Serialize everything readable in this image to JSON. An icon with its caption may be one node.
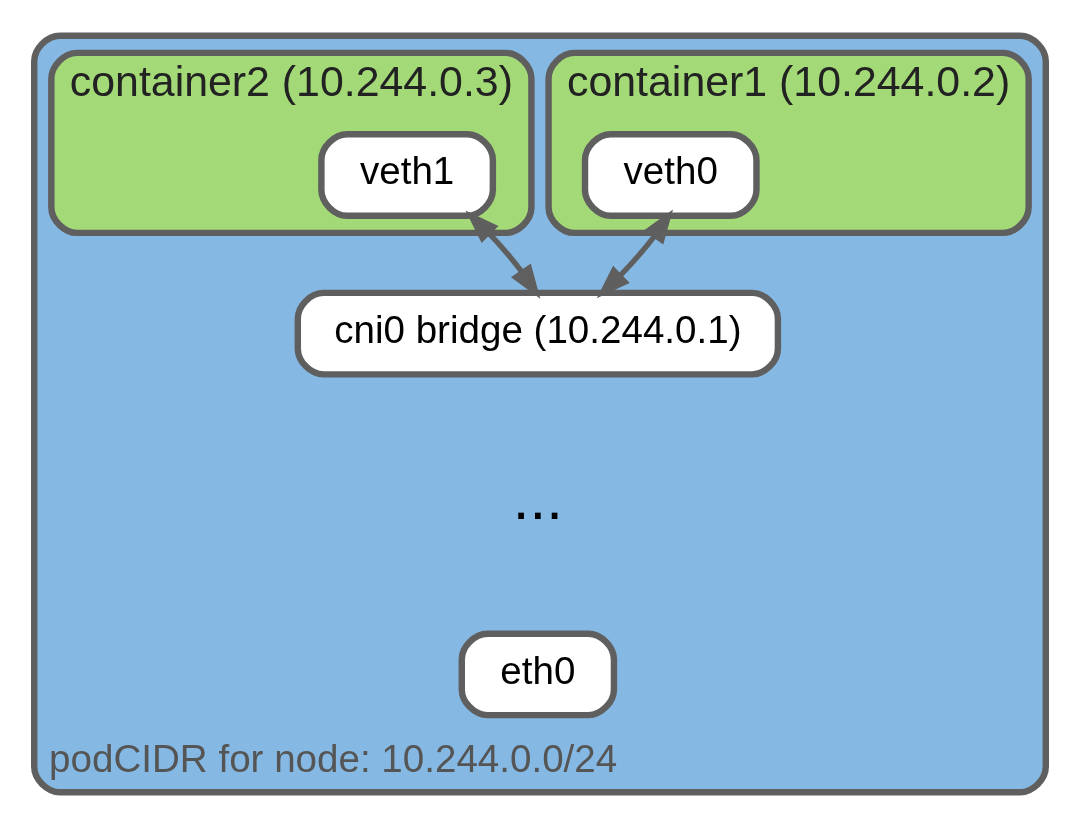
{
  "diagram": {
    "nodes": [
      {
        "text": [
          "podCIDR for node: 10.244.0.0/24"
        ]
      },
      {
        "text": [
          "container1 (10.244.0.2)"
        ],
        "in": 0
      },
      {
        "text": [
          "veth0"
        ],
        "in": 1
      },
      {
        "text": [
          "container2 (10.244.0.3)"
        ],
        "in": 0
      },
      {
        "text": [
          "veth1"
        ],
        "in": 3
      },
      {
        "text": [
          "cni0 bridge (10.244.0.1)"
        ],
        "in": 0
      },
      {
        "text": [
          "eth0"
        ],
        "in": 0
      }
    ],
    "edges": [
      {
        "from": 5,
        "to": 2,
        "arrow": "both"
      },
      {
        "from": 5,
        "to": 4,
        "arrow": "both"
      }
    ],
    "labels": [
      "..."
    ]
  }
}
